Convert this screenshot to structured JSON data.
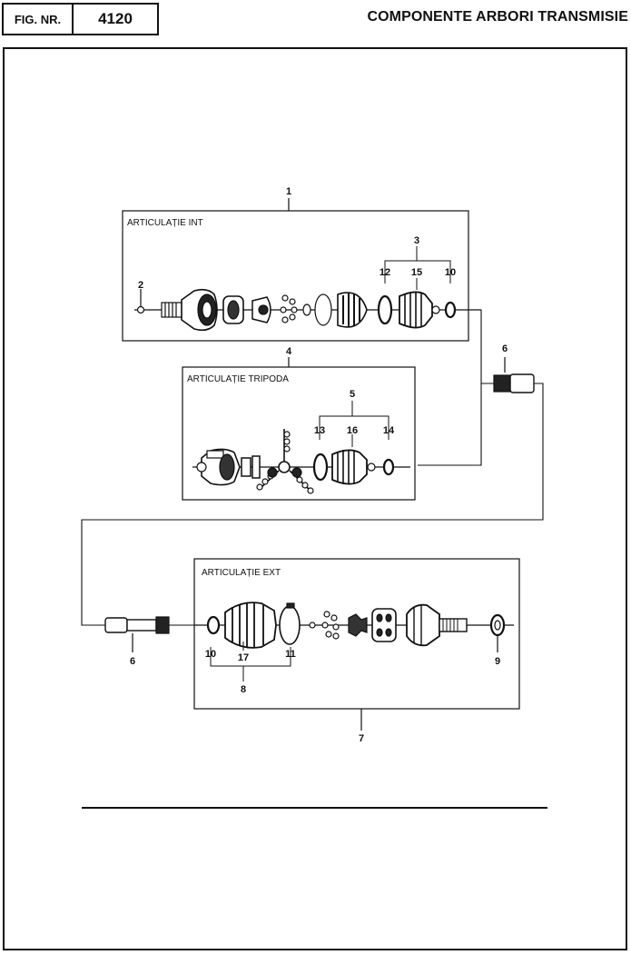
{
  "header": {
    "fig_label": "FIG. NR.",
    "fig_number": "4120",
    "title": "COMPONENTE ARBORI TRANSMISIE"
  },
  "groups": {
    "inner": "ARTICULAȚIE INT",
    "tripod": "ARTICULAȚIE TRIPODA",
    "outer": "ARTICULAȚIE EXT"
  },
  "callouts": {
    "c1": "1",
    "c2": "2",
    "c3": "3",
    "c4": "4",
    "c5": "5",
    "c6a": "6",
    "c6b": "6",
    "c7": "7",
    "c8": "8",
    "c9": "9",
    "c10a": "10",
    "c10b": "10",
    "c11": "11",
    "c12": "12",
    "c13": "13",
    "c14": "14",
    "c15": "15",
    "c16": "16",
    "c17": "17"
  }
}
